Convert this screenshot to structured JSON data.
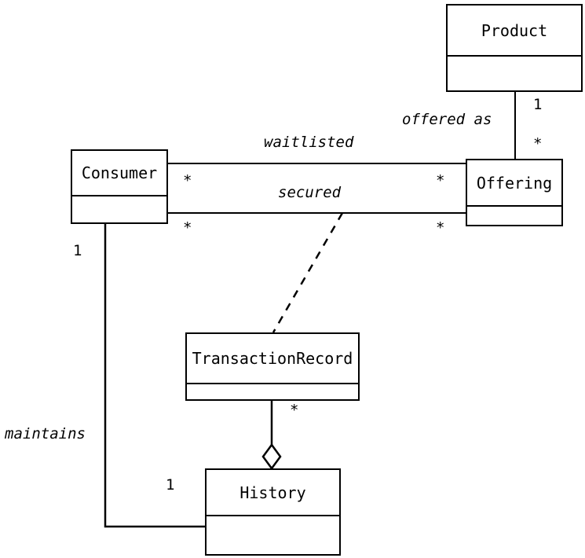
{
  "diagram": {
    "type": "uml-class-diagram",
    "background": "#ffffff",
    "line_color": "#000000",
    "classes": [
      {
        "id": "product",
        "name": "Product"
      },
      {
        "id": "consumer",
        "name": "Consumer"
      },
      {
        "id": "offering",
        "name": "Offering"
      },
      {
        "id": "transactionrecord",
        "name": "TransactionRecord"
      },
      {
        "id": "history",
        "name": "History"
      }
    ],
    "association_labels": [
      {
        "id": "offered-as",
        "text": "offered as"
      },
      {
        "id": "waitlisted",
        "text": "waitlisted"
      },
      {
        "id": "secured",
        "text": "secured"
      },
      {
        "id": "maintains",
        "text": "maintains"
      }
    ],
    "multiplicities": [
      {
        "id": "product-end",
        "text": "1"
      },
      {
        "id": "offering-offered-as-end",
        "text": "*"
      },
      {
        "id": "consumer-waitlisted-end",
        "text": "*"
      },
      {
        "id": "offering-waitlisted-end",
        "text": "*"
      },
      {
        "id": "consumer-secured-end",
        "text": "*"
      },
      {
        "id": "offering-secured-end",
        "text": "*"
      },
      {
        "id": "consumer-maintains-end",
        "text": "1"
      },
      {
        "id": "history-maintains-end",
        "text": "1"
      },
      {
        "id": "transactionrecord-aggr-end",
        "text": "*"
      }
    ]
  }
}
